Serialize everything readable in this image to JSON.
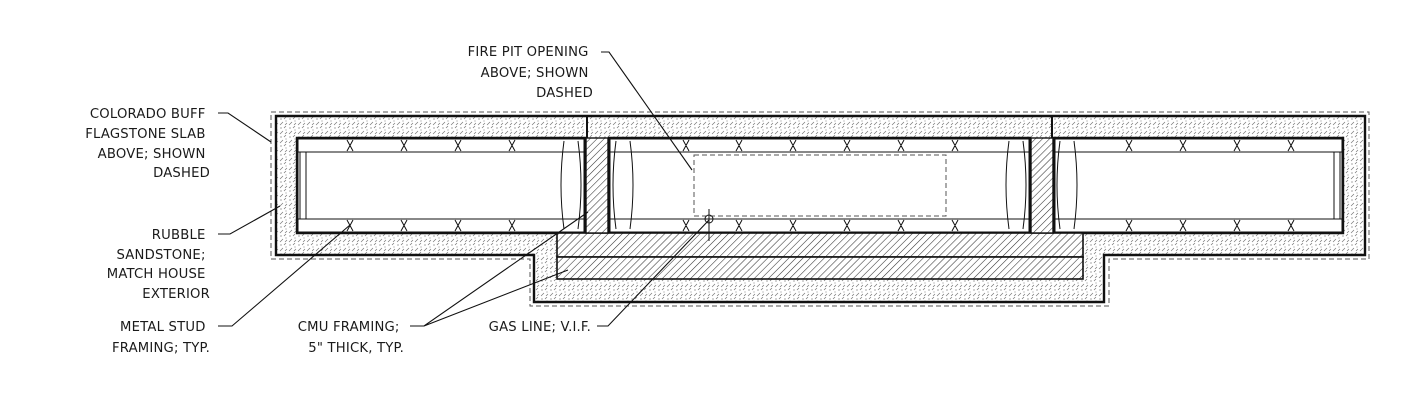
{
  "drawing": {
    "type": "section detail",
    "callouts": {
      "fire_pit_opening": [
        "FIRE PIT OPENING",
        "ABOVE; SHOWN",
        "DASHED"
      ],
      "flagstone_slab": [
        "COLORADO BUFF",
        "FLAGSTONE SLAB",
        "ABOVE; SHOWN",
        "DASHED"
      ],
      "rubble_sandstone": [
        "RUBBLE",
        "SANDSTONE;",
        "MATCH HOUSE",
        "EXTERIOR"
      ],
      "metal_stud": [
        "METAL STUD",
        "FRAMING; TYP."
      ],
      "cmu_framing": [
        "CMU FRAMING;",
        "5\" THICK, TYP."
      ],
      "gas_line": [
        "GAS LINE; V.I.F."
      ]
    }
  }
}
